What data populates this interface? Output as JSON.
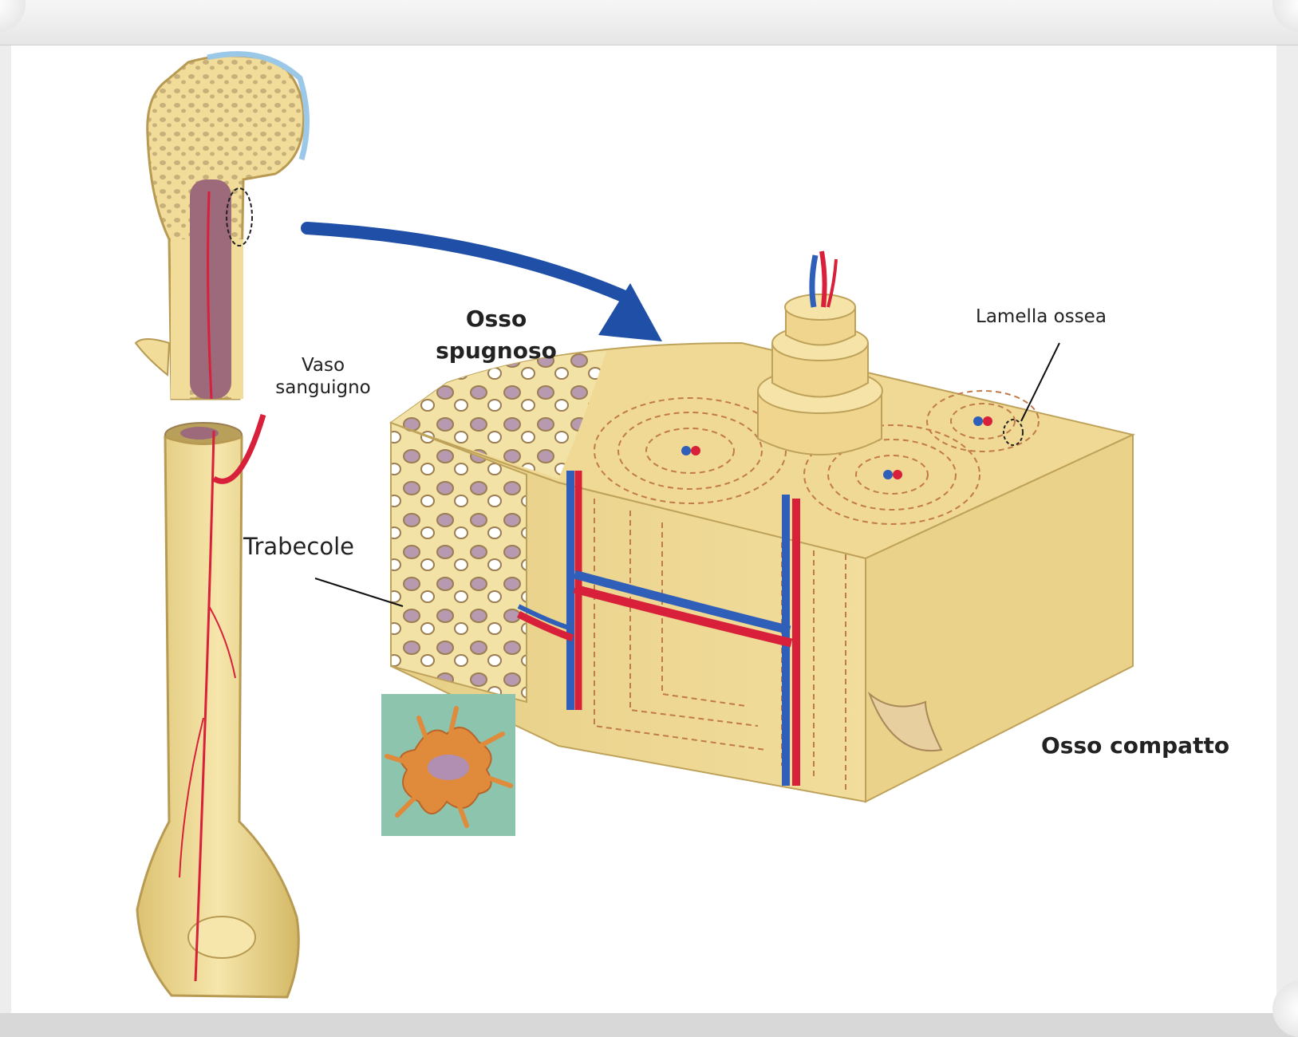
{
  "labels": {
    "osso_spugnoso": "Osso\nspugnoso",
    "lamella_ossea": "Lamella ossea",
    "vaso_sanguigno": "Vaso\nsanguigno",
    "trabecole": "Trabecole",
    "osso_compatto": "Osso compatto"
  },
  "colors": {
    "bone": "#f1dc9a",
    "bone_dark": "#d9bc6c",
    "marrow": "#9c6a7a",
    "artery": "#d8203a",
    "vein": "#2f5fb8",
    "arrow": "#1f4fa6",
    "cartilage": "#9cc8e8",
    "inset_bg": "#8cc4ad",
    "osteocyte": "#e08a3c"
  },
  "icons": [
    "blue-arrow",
    "humerus-bone",
    "bone-block",
    "osteon-cylinder",
    "osteocyte-cell"
  ]
}
